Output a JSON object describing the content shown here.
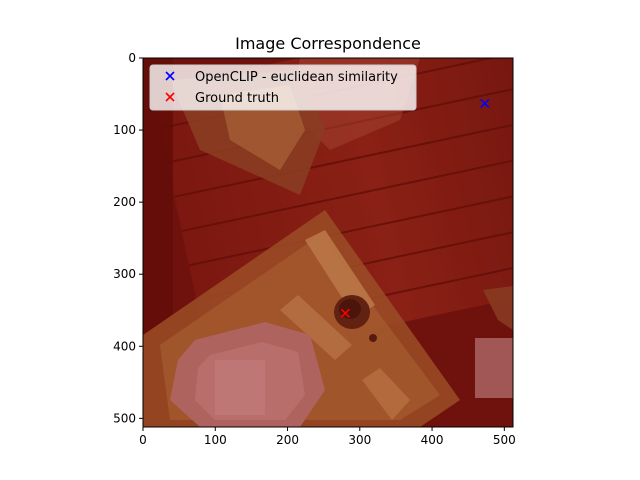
{
  "chart_data": {
    "type": "scatter",
    "title": "Image Correspondence",
    "xlabel": "",
    "ylabel": "",
    "xlim": [
      0,
      512
    ],
    "ylim": [
      512,
      0
    ],
    "y_inverted": true,
    "background": "image (wooden floor scene with red heatmap overlay)",
    "xticks": [
      0,
      100,
      200,
      300,
      400,
      500
    ],
    "yticks": [
      0,
      100,
      200,
      300,
      400,
      500
    ],
    "grid": false,
    "legend_position": "upper-left",
    "series": [
      {
        "name": "OpenCLIP - euclidean similarity",
        "marker": "x",
        "color": "#0000ff",
        "points": [
          {
            "x": 473,
            "y": 63
          }
        ]
      },
      {
        "name": "Ground truth",
        "marker": "x",
        "color": "#ff0000",
        "points": [
          {
            "x": 280,
            "y": 354
          }
        ]
      }
    ]
  }
}
